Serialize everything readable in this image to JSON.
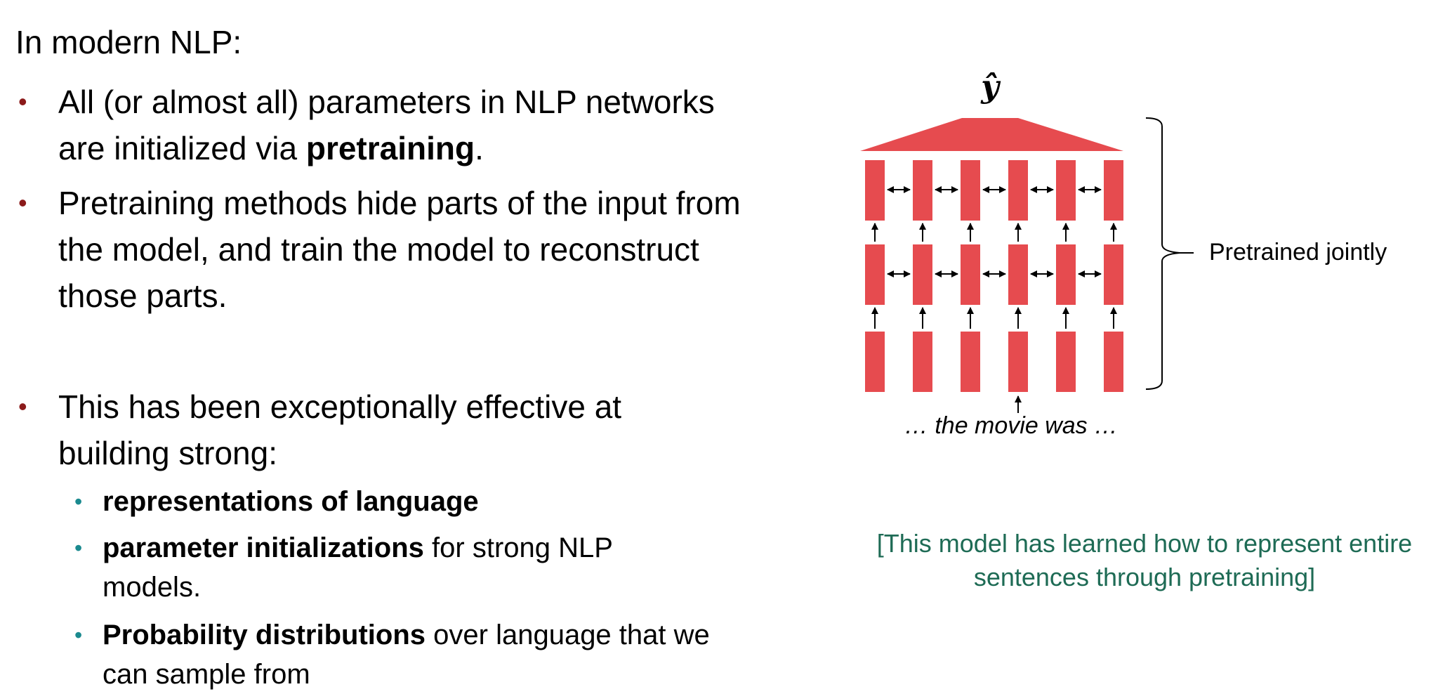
{
  "heading": "In modern NLP:",
  "bullets": [
    {
      "pre": "All (or almost all) parameters in NLP networks are initialized via ",
      "bold": "pretraining",
      "post": "."
    },
    {
      "text": "Pretraining methods hide parts of the input from the model, and train the model to reconstruct those parts."
    },
    {
      "text": "This has been exceptionally effective at building strong:"
    }
  ],
  "sub_bullets": [
    {
      "bold": "representations of language",
      "post": ""
    },
    {
      "bold": "parameter initializations",
      "post": " for strong NLP models."
    },
    {
      "bold": "Probability distributions",
      "post": " over language that we can sample from"
    }
  ],
  "diagram": {
    "output_label": "ŷ",
    "input_label": "… the movie was …",
    "brace_label": "Pretrained jointly",
    "columns": 6,
    "layers": 3,
    "block_color": "#e64b4f"
  },
  "caption": "[This model has learned how to represent entire sentences through pretraining]",
  "colors": {
    "bullet_main": "#8b1a1a",
    "bullet_sub": "#1b8a8f",
    "caption": "#1e6b55"
  }
}
